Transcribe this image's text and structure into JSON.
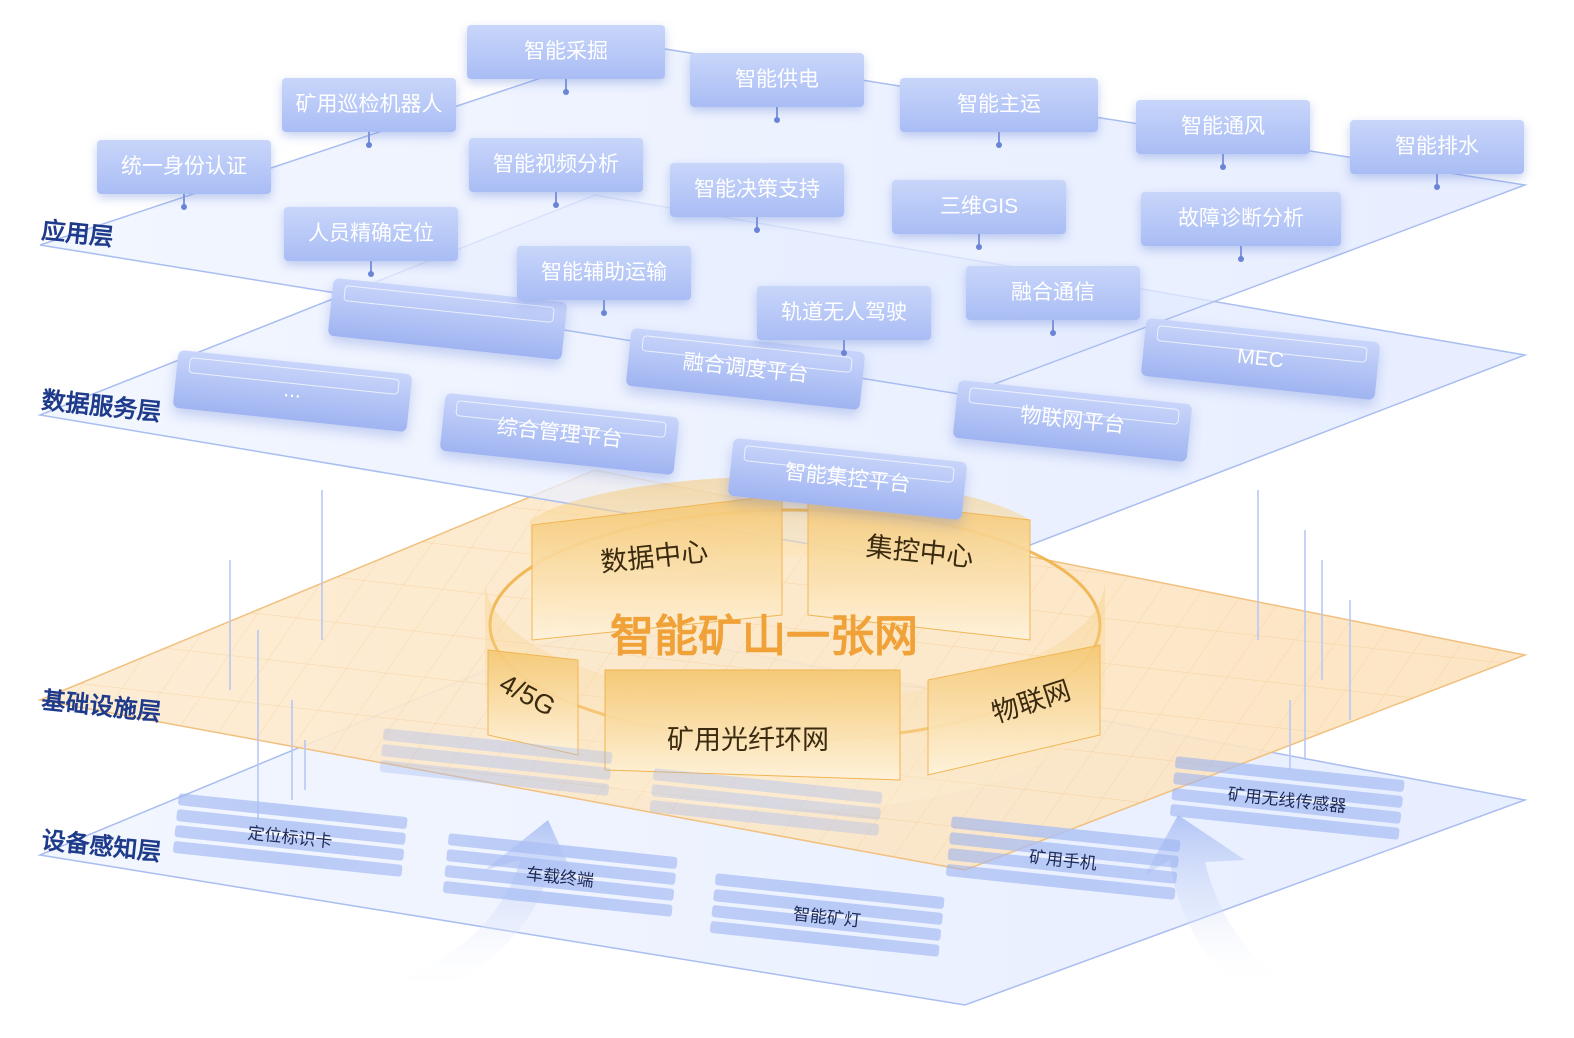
{
  "layers": {
    "application": "应用层",
    "data_service": "数据服务层",
    "infrastructure": "基础设施层",
    "device": "设备感知层"
  },
  "apps": [
    "智能采掘",
    "矿用巡检机器人",
    "智能供电",
    "智能主运",
    "智能通风",
    "智能排水",
    "统一身份认证",
    "智能视频分析",
    "智能决策支持",
    "三维GIS",
    "故障诊断分析",
    "人员精确定位",
    "智能辅助运输",
    "轨道无人驾驶",
    "融合通信"
  ],
  "platforms": [
    "...",
    "综合管理平台",
    "融合调度平台",
    "物联网平台",
    "MEC",
    "智能集控平台"
  ],
  "core": {
    "title": "智能矿山一张网",
    "segments": [
      "数据中心",
      "集控中心",
      "4/5G",
      "矿用光纤环网",
      "物联网"
    ]
  },
  "devices": [
    "定位标识卡",
    "车载终端",
    "智能矿灯",
    "矿用手机",
    "矿用无线传感器"
  ],
  "colors": {
    "label": "#1e3a8a",
    "plane_blue": "#9eb6f0",
    "plane_orange": "#f5c98a",
    "ring_gold": "#f0b24a",
    "tag_fill": "#b6c8f7"
  }
}
